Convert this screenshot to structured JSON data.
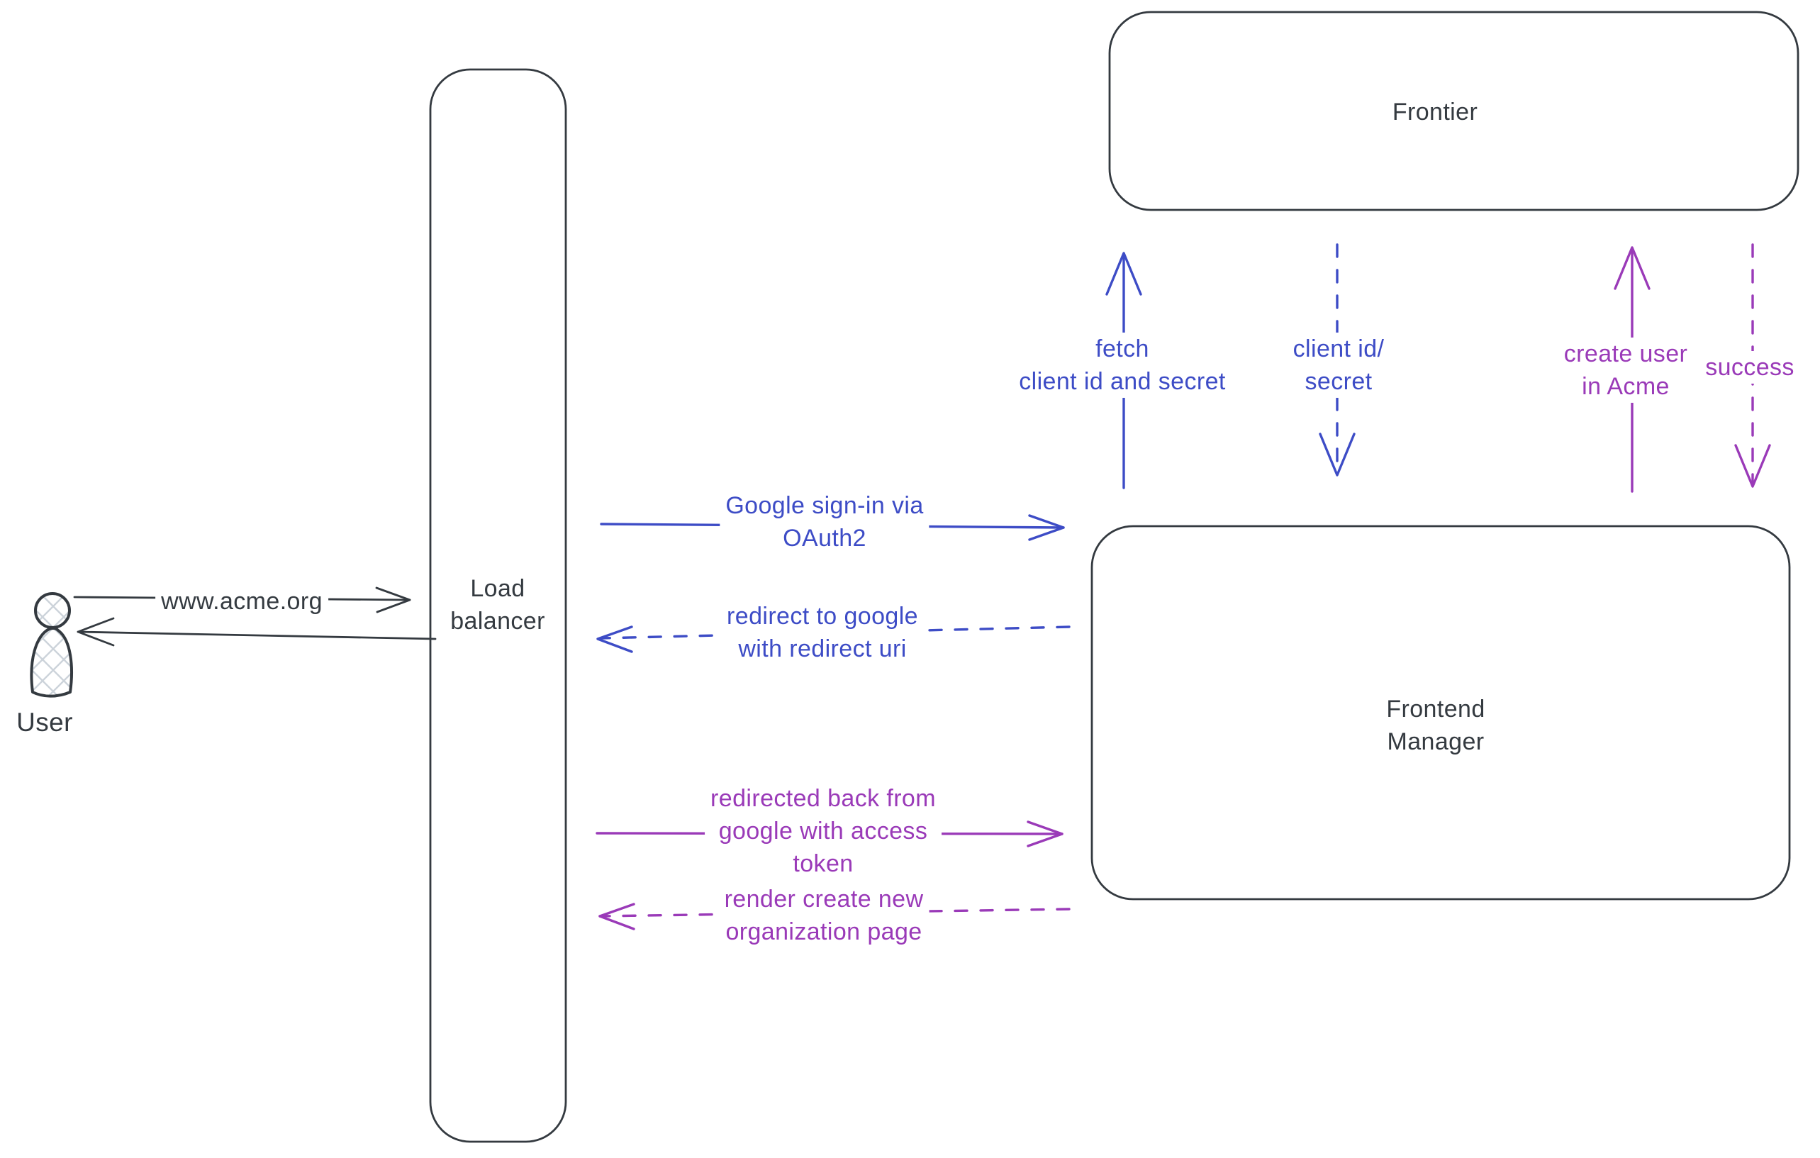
{
  "diagram": {
    "colors": {
      "ink": "#343a40",
      "blue": "#3d4cc6",
      "purple": "#9a3ab8",
      "node_fill": "#ffffff",
      "actor_hatch": "#ccd3da",
      "background": "#ffffff"
    },
    "nodes": {
      "user": {
        "label": "User",
        "type": "actor"
      },
      "load_balancer": {
        "label": "Load\nbalancer",
        "type": "box"
      },
      "frontier": {
        "label": "Frontier",
        "type": "box"
      },
      "frontend_manager": {
        "label": "Frontend\nManager",
        "type": "box"
      }
    },
    "flows": {
      "www_request": {
        "label": "www.acme.org",
        "from": "User",
        "to": "Load balancer",
        "style": "solid",
        "color": "ink"
      },
      "www_response": {
        "label": "",
        "from": "Load balancer",
        "to": "User",
        "style": "solid",
        "color": "ink"
      },
      "google_signin": {
        "label": "Google sign-in via\nOAuth2",
        "from": "Load balancer",
        "to": "Frontend Manager",
        "style": "solid",
        "color": "blue"
      },
      "redirect_to_google": {
        "label": "redirect to google\nwith redirect uri",
        "from": "Frontend Manager",
        "to": "Load balancer",
        "style": "dashed",
        "color": "blue"
      },
      "fetch_client_id": {
        "label": "fetch\nclient id and secret",
        "from": "Frontend Manager",
        "to": "Frontier",
        "style": "solid",
        "color": "blue"
      },
      "client_id_secret": {
        "label": "client id/\nsecret",
        "from": "Frontier",
        "to": "Frontend Manager",
        "style": "dashed",
        "color": "blue"
      },
      "create_user": {
        "label": "create user\nin Acme",
        "from": "Frontend Manager",
        "to": "Frontier",
        "style": "solid",
        "color": "purple"
      },
      "success": {
        "label": "success",
        "from": "Frontier",
        "to": "Frontend Manager",
        "style": "dashed",
        "color": "purple"
      },
      "redirected_back": {
        "label": "redirected back from\ngoogle with access\ntoken",
        "from": "Load balancer",
        "to": "Frontend Manager",
        "style": "solid",
        "color": "purple"
      },
      "render_org_page": {
        "label": "render create new\norganization page",
        "from": "Frontend Manager",
        "to": "Load balancer",
        "style": "dashed",
        "color": "purple"
      }
    }
  }
}
